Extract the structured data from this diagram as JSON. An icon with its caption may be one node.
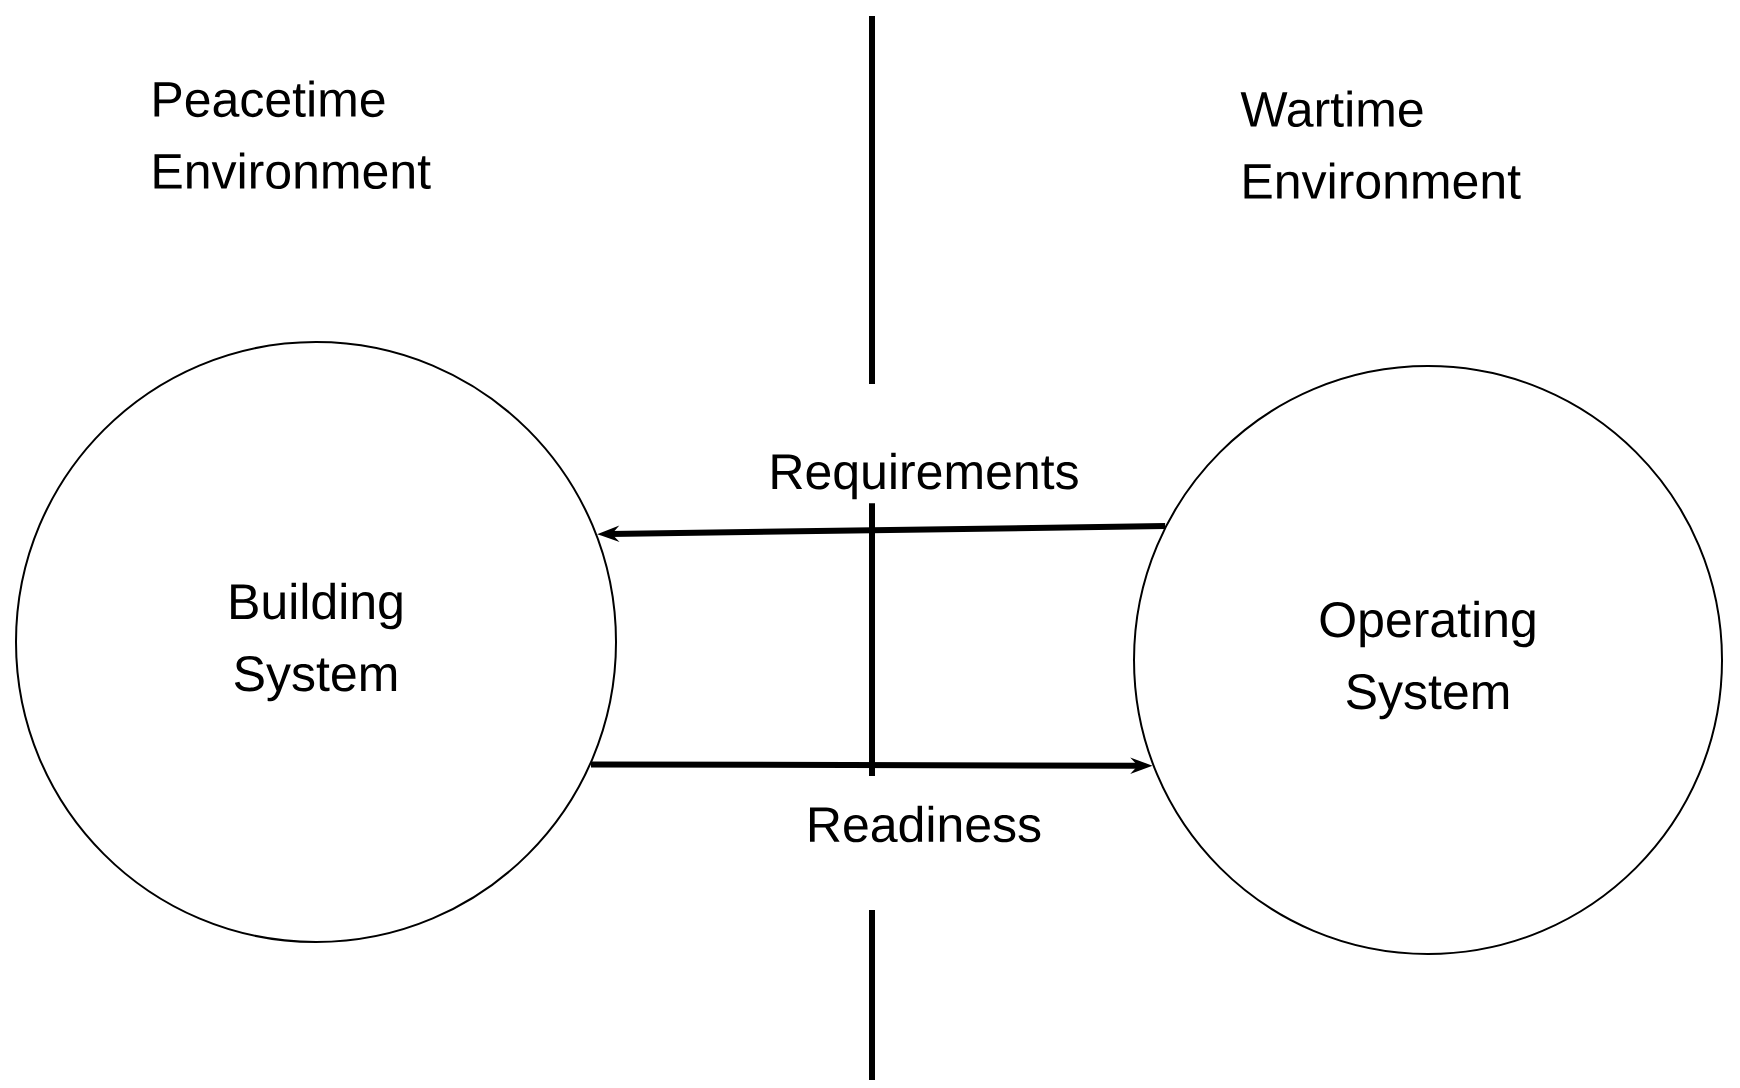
{
  "diagram": {
    "nodes": [
      {
        "text": [
          "Building System"
        ]
      },
      {
        "text": [
          "Operating System"
        ]
      }
    ],
    "edges": [
      {
        "from": 1,
        "to": 0,
        "arrow": "to",
        "label": "Requirements"
      },
      {
        "from": 0,
        "to": 1,
        "arrow": "to",
        "label": "Readiness"
      }
    ],
    "labels": [
      "Peacetime Environment",
      "Wartime Environment"
    ]
  }
}
